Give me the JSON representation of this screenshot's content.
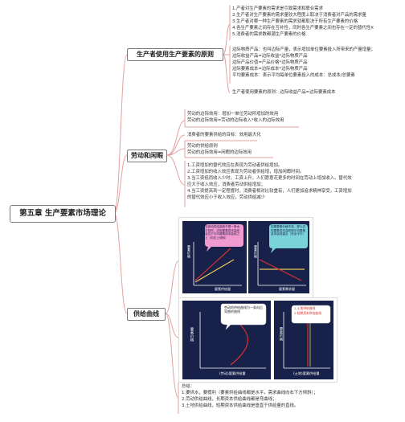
{
  "root": {
    "label": "第五章 生产要素市场理论"
  },
  "branches": {
    "b1": "生产者使用生产要素的原则",
    "b2": "劳动和闲暇",
    "b3": "供给曲线"
  },
  "b1_group1": [
    "1.产者对生产要素的需求是引致需求和联合需求",
    "2.生产者对生产要素的需求量较大程度上取决于消费者对产品的需求量",
    "3.生产者对哪一种生产要素的需求就都取决于所有生产要素的价格",
    "4.各生产要素之间存在互补性，同时各生产要素之间也存在一定的替代性X",
    "5.消费者的需求数都潮生产要素的价格"
  ],
  "b1_group2": [
    "边际物质产品：也叫边际产量，表示增加单位要素投入所带来的产量增量；",
    "边际收益产品=边际收益*边际物质产品",
    "边际产品价值=产品价格*边际物质产品",
    "边际要素成本=边际成本*边际物质产品",
    "平均要素成本：表示平均每单位要素投入的成本：总成本/总要素"
  ],
  "b1_group3": [
    "生产者使用要素的原则：边际收益产品=边际要素成本"
  ],
  "b2_group1": [
    "劳动的边际效用：增加一单位劳动所增加的效用",
    "劳动的边际效用=劳动的边际收入*收入的边际效用"
  ],
  "b2_group2": [
    "消费者的要素供给的目标：效用最大化"
  ],
  "b2_group3": [
    "劳动的供给原则",
    "劳动的边际效用=闲暇的边际效用"
  ],
  "b2_group4": [
    "1.工资增加的替代效应在表现为劳动者供给增加。",
    "2.工资增加的收入效应表现为劳动者供给增，增加闲暇时间。",
    "3.当工资低而收入少时，工资上升，人们愿意花更多的时间在劳动上增加收入。替代效",
    "应大于收入效应，消费者劳动供给增加；",
    "4.当工资提高到一定程度时，消费者相对比较重有，人们更加追求精神享受，工资增加",
    "的替代效应小于收入效应，劳动供给减少"
  ],
  "chart1": {
    "bubble": "当劳动供给曲线不是一条水平线时，边际要素成本曲线会位于平均要素成本曲线之上（向右上倾斜）",
    "ylabel": "要素价格",
    "xlabel": "要素供给量"
  },
  "chart2": {
    "bubble": "如果要素价格不变，那么边际要素成本曲线和平均要素成本曲线重合（完全平行）",
    "ylabel": "要素价格",
    "xlabel": "要素需求量"
  },
  "chart3": {
    "bubble": "劳动的供给曲线为一条向后弯曲的曲线",
    "ylabel": "要素价格",
    "xlabel": "(劳动)要素供给量"
  },
  "chart4": {
    "bubble1": "1.土地供给曲线",
    "bubble2": "2.短期资本供给曲线",
    "ylabel": "要素价格",
    "xlabel": "(土地)要素供给量"
  },
  "summary": [
    "总结：",
    "1.要供水，要假利（要素供给曲线都是水平，需求曲线向右下方倾斜）；",
    "2.劳动供给曲线，长期资本供给曲线都是弯曲线；",
    "3.土地供给曲线，短期资本供给曲线是垂直于供给量的直线。"
  ],
  "colors": {
    "connector": "#e3a0a0",
    "chart_bg": "#17214a",
    "bubble_pink": "#f29bd0",
    "bubble_teal": "#7ad3d9",
    "curve_red": "#d63030",
    "curve_yellow": "#e8c95a"
  }
}
